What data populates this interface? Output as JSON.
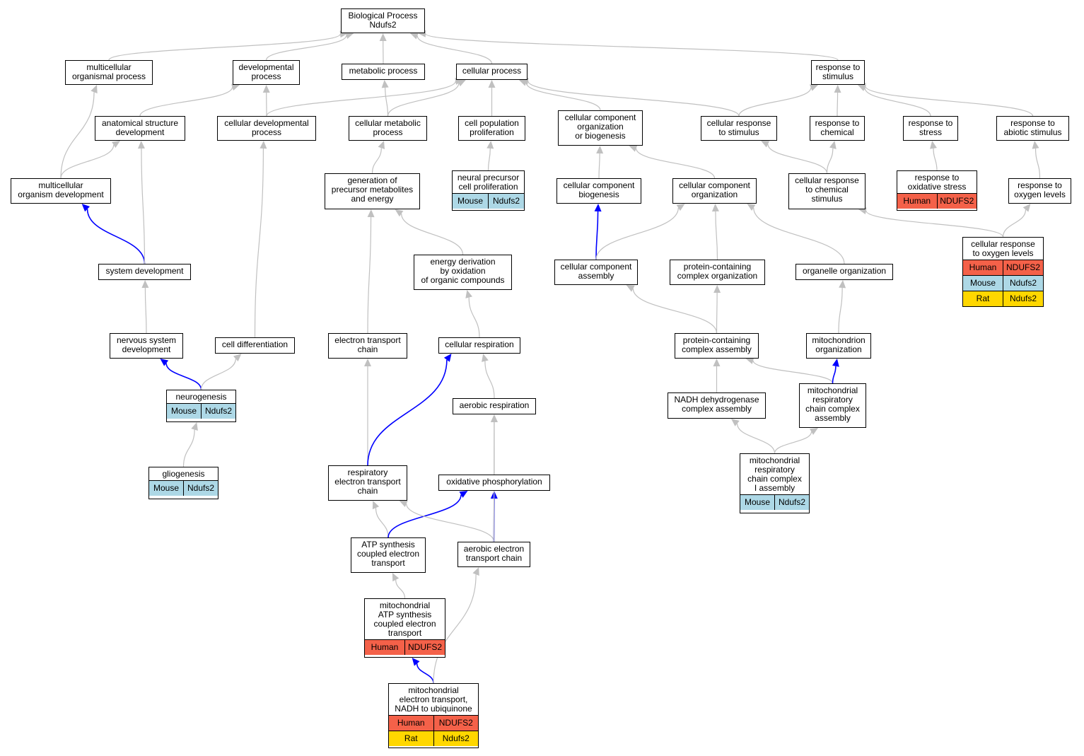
{
  "diagram": {
    "nodes": [
      {
        "id": "root",
        "label": "Biological Process\nNdufs2"
      },
      {
        "id": "multicell_proc",
        "label": "multicellular\norganismal process"
      },
      {
        "id": "dev_proc",
        "label": "developmental\nprocess"
      },
      {
        "id": "metab_proc",
        "label": "metabolic process"
      },
      {
        "id": "cell_proc",
        "label": "cellular process"
      },
      {
        "id": "resp_stim",
        "label": "response to\nstimulus"
      },
      {
        "id": "anat_dev",
        "label": "anatomical structure\ndevelopment"
      },
      {
        "id": "cell_dev",
        "label": "cellular developmental\nprocess"
      },
      {
        "id": "cell_metab",
        "label": "cellular metabolic\nprocess"
      },
      {
        "id": "cell_pop",
        "label": "cell population\nproliferation"
      },
      {
        "id": "cc_org_bio",
        "label": "cellular component\norganization\nor biogenesis"
      },
      {
        "id": "cell_resp_stim",
        "label": "cellular response\nto stimulus"
      },
      {
        "id": "resp_chem",
        "label": "response to\nchemical"
      },
      {
        "id": "resp_stress",
        "label": "response to\nstress"
      },
      {
        "id": "resp_abiotic",
        "label": "response to\nabiotic stimulus"
      },
      {
        "id": "multicell_dev",
        "label": "multicellular\norganism development"
      },
      {
        "id": "gen_precursor",
        "label": "generation of\nprecursor metabolites\nand energy"
      },
      {
        "id": "neural_prolif",
        "label": "neural precursor\ncell proliferation",
        "species": [
          [
            "Mouse",
            "Ndufs2"
          ]
        ]
      },
      {
        "id": "cc_bio",
        "label": "cellular component\nbiogenesis"
      },
      {
        "id": "cc_org",
        "label": "cellular component\norganization"
      },
      {
        "id": "cell_resp_chem",
        "label": "cellular response\nto chemical\nstimulus"
      },
      {
        "id": "resp_ox_stress",
        "label": "response to\noxidative stress",
        "species": [
          [
            "Human",
            "NDUFS2"
          ]
        ]
      },
      {
        "id": "resp_oxy",
        "label": "response to\noxygen levels"
      },
      {
        "id": "cell_resp_oxy",
        "label": "cellular response\nto oxygen levels",
        "species": [
          [
            "Human",
            "NDUFS2"
          ],
          [
            "Mouse",
            "Ndufs2"
          ],
          [
            "Rat",
            "Ndufs2"
          ]
        ]
      },
      {
        "id": "energy_deriv",
        "label": "energy derivation\nby oxidation\nof organic compounds"
      },
      {
        "id": "sys_dev",
        "label": "system development"
      },
      {
        "id": "cc_assembly",
        "label": "cellular component\nassembly"
      },
      {
        "id": "prot_cplx_org",
        "label": "protein-containing\ncomplex organization"
      },
      {
        "id": "organelle_org",
        "label": "organelle organization"
      },
      {
        "id": "nerv_dev",
        "label": "nervous system\ndevelopment"
      },
      {
        "id": "cell_diff",
        "label": "cell differentiation"
      },
      {
        "id": "etc",
        "label": "electron transport\nchain"
      },
      {
        "id": "cell_respiration",
        "label": "cellular respiration"
      },
      {
        "id": "prot_cplx_asm",
        "label": "protein-containing\ncomplex assembly"
      },
      {
        "id": "mito_org",
        "label": "mitochondrion\norganization"
      },
      {
        "id": "neurogenesis",
        "label": "neurogenesis",
        "species": [
          [
            "Mouse",
            "Ndufs2"
          ]
        ]
      },
      {
        "id": "aerobic_resp",
        "label": "aerobic respiration"
      },
      {
        "id": "nadh_dh_asm",
        "label": "NADH dehydrogenase\ncomplex assembly"
      },
      {
        "id": "mito_rc_asm",
        "label": "mitochondrial\nrespiratory\nchain complex\nassembly"
      },
      {
        "id": "gliogenesis",
        "label": "gliogenesis",
        "species": [
          [
            "Mouse",
            "Ndufs2"
          ]
        ]
      },
      {
        "id": "mito_rc1_asm",
        "label": "mitochondrial\nrespiratory\nchain complex\nI assembly",
        "species": [
          [
            "Mouse",
            "Ndufs2"
          ]
        ]
      },
      {
        "id": "resp_etc",
        "label": "respiratory\nelectron transport\nchain"
      },
      {
        "id": "ox_phos",
        "label": "oxidative phosphorylation"
      },
      {
        "id": "atp_coupled",
        "label": "ATP synthesis\ncoupled electron\ntransport"
      },
      {
        "id": "aerobic_etc",
        "label": "aerobic electron\ntransport chain"
      },
      {
        "id": "mito_atp",
        "label": "mitochondrial\nATP synthesis\ncoupled electron\ntransport",
        "species": [
          [
            "Human",
            "NDUFS2"
          ]
        ]
      },
      {
        "id": "mito_etc_nadh",
        "label": "mitochondrial\nelectron transport,\nNADH to ubiquinone",
        "species": [
          [
            "Human",
            "NDUFS2"
          ],
          [
            "Rat",
            "Ndufs2"
          ]
        ]
      }
    ],
    "edges": [
      [
        "multicell_proc",
        "root",
        "gray"
      ],
      [
        "dev_proc",
        "root",
        "gray"
      ],
      [
        "metab_proc",
        "root",
        "gray"
      ],
      [
        "cell_proc",
        "root",
        "gray"
      ],
      [
        "resp_stim",
        "root",
        "gray"
      ],
      [
        "anat_dev",
        "dev_proc",
        "gray"
      ],
      [
        "cell_dev",
        "dev_proc",
        "gray"
      ],
      [
        "cell_dev",
        "cell_proc",
        "gray"
      ],
      [
        "cell_metab",
        "metab_proc",
        "gray"
      ],
      [
        "cell_metab",
        "cell_proc",
        "gray"
      ],
      [
        "cell_pop",
        "cell_proc",
        "gray"
      ],
      [
        "cc_org_bio",
        "cell_proc",
        "gray"
      ],
      [
        "cell_resp_stim",
        "cell_proc",
        "gray"
      ],
      [
        "cell_resp_stim",
        "resp_stim",
        "gray"
      ],
      [
        "resp_chem",
        "resp_stim",
        "gray"
      ],
      [
        "resp_stress",
        "resp_stim",
        "gray"
      ],
      [
        "resp_abiotic",
        "resp_stim",
        "gray"
      ],
      [
        "multicell_dev",
        "multicell_proc",
        "gray"
      ],
      [
        "multicell_dev",
        "anat_dev",
        "gray"
      ],
      [
        "gen_precursor",
        "cell_metab",
        "gray"
      ],
      [
        "neural_prolif",
        "cell_pop",
        "gray"
      ],
      [
        "cc_bio",
        "cc_org_bio",
        "gray"
      ],
      [
        "cc_org",
        "cc_org_bio",
        "gray"
      ],
      [
        "cell_resp_chem",
        "cell_resp_stim",
        "gray"
      ],
      [
        "cell_resp_chem",
        "resp_chem",
        "gray"
      ],
      [
        "resp_ox_stress",
        "resp_stress",
        "gray"
      ],
      [
        "resp_oxy",
        "resp_abiotic",
        "gray"
      ],
      [
        "cell_resp_oxy",
        "cell_resp_chem",
        "gray"
      ],
      [
        "cell_resp_oxy",
        "resp_oxy",
        "gray"
      ],
      [
        "energy_deriv",
        "gen_precursor",
        "gray"
      ],
      [
        "sys_dev",
        "multicell_dev",
        "blue"
      ],
      [
        "sys_dev",
        "anat_dev",
        "gray"
      ],
      [
        "cc_assembly",
        "cc_bio",
        "blue"
      ],
      [
        "cc_assembly",
        "cc_org",
        "gray"
      ],
      [
        "prot_cplx_org",
        "cc_org",
        "gray"
      ],
      [
        "organelle_org",
        "cc_org",
        "gray"
      ],
      [
        "nerv_dev",
        "sys_dev",
        "gray"
      ],
      [
        "cell_diff",
        "cell_dev",
        "gray"
      ],
      [
        "etc",
        "gen_precursor",
        "gray"
      ],
      [
        "cell_respiration",
        "energy_deriv",
        "gray"
      ],
      [
        "prot_cplx_asm",
        "cc_assembly",
        "gray"
      ],
      [
        "prot_cplx_asm",
        "prot_cplx_org",
        "gray"
      ],
      [
        "mito_org",
        "organelle_org",
        "gray"
      ],
      [
        "neurogenesis",
        "nerv_dev",
        "blue"
      ],
      [
        "neurogenesis",
        "cell_diff",
        "gray"
      ],
      [
        "aerobic_resp",
        "cell_respiration",
        "gray"
      ],
      [
        "nadh_dh_asm",
        "prot_cplx_asm",
        "gray"
      ],
      [
        "mito_rc_asm",
        "prot_cplx_asm",
        "gray"
      ],
      [
        "mito_rc_asm",
        "mito_org",
        "blue"
      ],
      [
        "gliogenesis",
        "neurogenesis",
        "gray"
      ],
      [
        "mito_rc1_asm",
        "nadh_dh_asm",
        "gray"
      ],
      [
        "mito_rc1_asm",
        "mito_rc_asm",
        "gray"
      ],
      [
        "resp_etc",
        "etc",
        "gray"
      ],
      [
        "resp_etc",
        "cell_respiration",
        "blue"
      ],
      [
        "ox_phos",
        "aerobic_resp",
        "gray"
      ],
      [
        "atp_coupled",
        "resp_etc",
        "gray"
      ],
      [
        "atp_coupled",
        "ox_phos",
        "blue"
      ],
      [
        "aerobic_etc",
        "resp_etc",
        "gray"
      ],
      [
        "aerobic_etc",
        "ox_phos",
        "blue"
      ],
      [
        "aerobic_etc",
        "aerobic_resp",
        "gray"
      ],
      [
        "mito_atp",
        "atp_coupled",
        "gray"
      ],
      [
        "mito_etc_nadh",
        "mito_atp",
        "blue"
      ],
      [
        "mito_etc_nadh",
        "aerobic_etc",
        "gray"
      ]
    ],
    "colors": {
      "gray": "#c0c0c0",
      "blue": "#0000ff",
      "Human": "#f46149",
      "Mouse": "#add8e6",
      "Rat": "#ffd700"
    }
  }
}
